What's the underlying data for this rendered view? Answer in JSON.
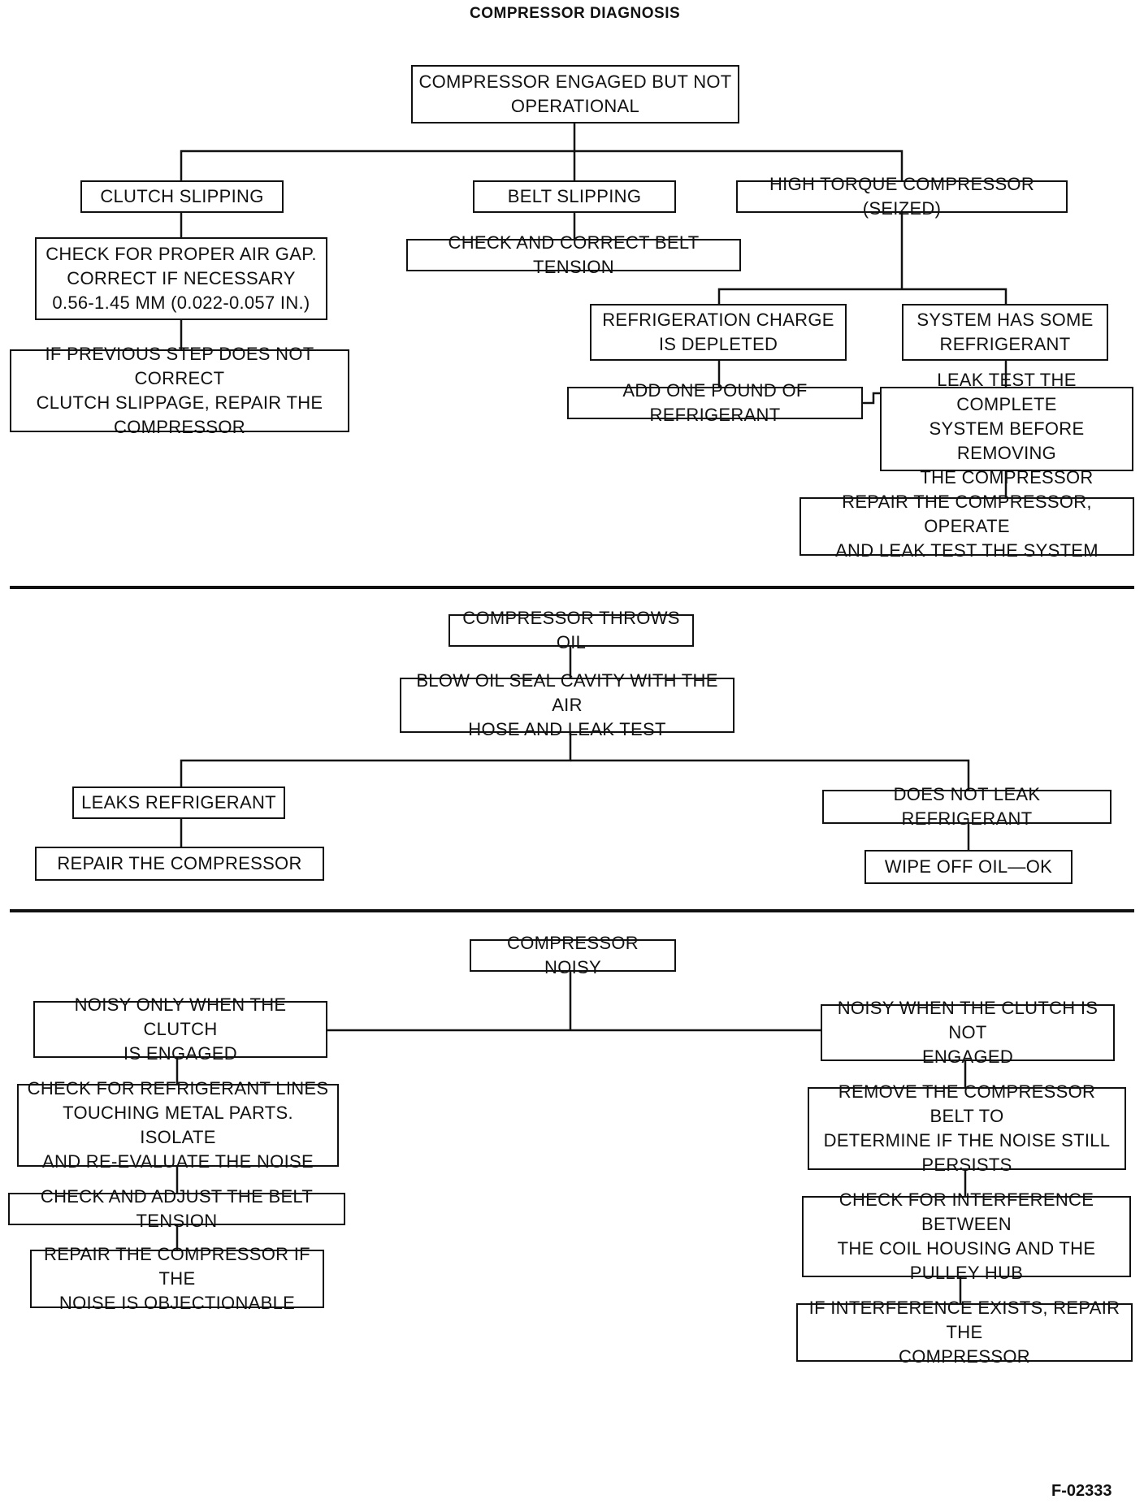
{
  "title": "COMPRESSOR DIAGNOSIS",
  "figure_id": "F-02333",
  "sections": [
    {
      "nodes": {
        "root": "COMPRESSOR ENGAGED BUT NOT\nOPERATIONAL",
        "clutch": "CLUTCH SLIPPING",
        "belt": "BELT SLIPPING",
        "torque": "HIGH TORQUE COMPRESSOR (SEIZED)",
        "airgap": "CHECK FOR PROPER AIR GAP.\nCORRECT IF NECESSARY\n0.56-1.45 MM (0.022-0.057 IN.)",
        "prevstep": "IF PREVIOUS STEP DOES NOT CORRECT\nCLUTCH SLIPPAGE, REPAIR THE\nCOMPRESSOR",
        "tension": "CHECK AND CORRECT BELT TENSION",
        "depleted": "REFRIGERATION CHARGE\nIS DEPLETED",
        "some": "SYSTEM HAS SOME\nREFRIGERANT",
        "addpound": "ADD ONE POUND OF REFRIGERANT",
        "leaktest": "LEAK TEST THE COMPLETE\nSYSTEM BEFORE REMOVING\nTHE COMPRESSOR",
        "repairop": "REPAIR THE COMPRESSOR, OPERATE\nAND LEAK TEST THE SYSTEM"
      }
    },
    {
      "nodes": {
        "throws": "COMPRESSOR THROWS OIL",
        "blow": "BLOW OIL SEAL CAVITY WITH THE AIR\nHOSE AND LEAK TEST",
        "leaks": "LEAKS REFRIGERANT",
        "noleak": "DOES NOT LEAK REFRIGERANT",
        "repair2": "REPAIR THE COMPRESSOR",
        "wipe": "WIPE OFF OIL—OK"
      }
    },
    {
      "nodes": {
        "noisy": "COMPRESSOR NOISY",
        "engaged": "NOISY ONLY WHEN THE CLUTCH\nIS ENGAGED",
        "notengaged": "NOISY WHEN THE CLUTCH IS NOT\nENGAGED",
        "lines": "CHECK FOR REFRIGERANT LINES\nTOUCHING METAL PARTS. ISOLATE\nAND RE-EVALUATE THE NOISE",
        "adjbelt": "CHECK AND ADJUST THE BELT TENSION",
        "objectionable": "REPAIR THE COMPRESSOR IF THE\nNOISE IS OBJECTIONABLE",
        "removebelt": "REMOVE THE COMPRESSOR BELT TO\nDETERMINE IF THE NOISE STILL\nPERSISTS",
        "interference": "CHECK FOR INTERFERENCE BETWEEN\nTHE COIL HOUSING AND THE\nPULLEY HUB",
        "ifinterf": "IF INTERFERENCE EXISTS, REPAIR THE\nCOMPRESSOR"
      }
    }
  ]
}
